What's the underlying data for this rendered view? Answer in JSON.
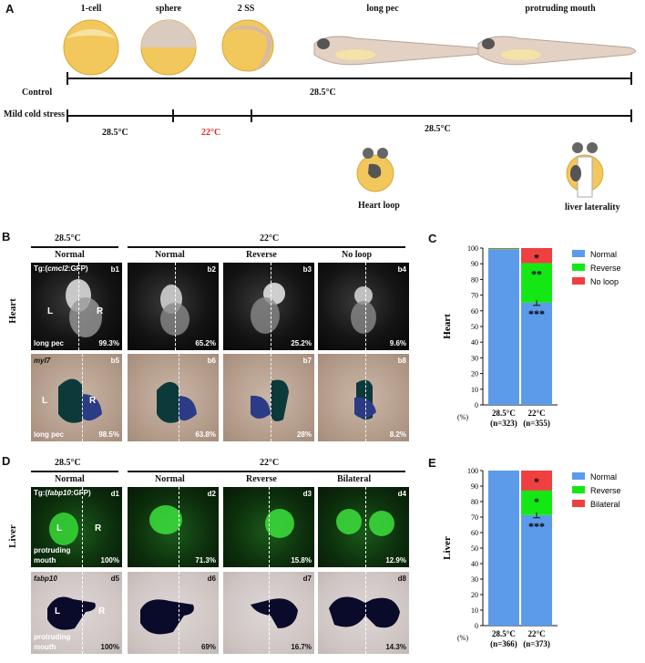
{
  "panelA": {
    "letter": "A",
    "stages": [
      "1-cell",
      "sphere",
      "2 SS",
      "long pec",
      "protruding mouth"
    ],
    "control_label": "Control",
    "control_temp": "28.5°C",
    "stress_label": "Mild cold stress",
    "stress_temps": [
      "28.5°C",
      "22°C",
      "28.5°C"
    ],
    "heart_loop_label": "Heart loop",
    "liver_label": "liver laterality",
    "cold_color": "#e52421"
  },
  "panelB": {
    "letter": "B",
    "temp_left": "28.5°C",
    "temp_right": "22°C",
    "columns": [
      "Normal",
      "Normal",
      "Reverse",
      "No loop"
    ],
    "row_label": "Heart",
    "transgene_prefix": "Tg:(",
    "transgene_gene": "cmcl2",
    "transgene_suffix": ":GFP)",
    "probe": "myl7",
    "stage_label": "long pec",
    "ids_top": [
      "b1",
      "b2",
      "b3",
      "b4"
    ],
    "ids_bottom": [
      "b5",
      "b6",
      "b7",
      "b8"
    ],
    "pct_top": [
      "99.3%",
      "65.2%",
      "25.2%",
      "9.6%"
    ],
    "pct_bottom": [
      "98.5%",
      "63.8%",
      "28%",
      "8.2%"
    ],
    "L": "L",
    "R": "R"
  },
  "panelD": {
    "letter": "D",
    "temp_left": "28.5°C",
    "temp_right": "22°C",
    "columns": [
      "Normal",
      "Normal",
      "Reverse",
      "Bilateral"
    ],
    "row_label": "Liver",
    "transgene_prefix": "Tg:(",
    "transgene_gene": "fabp10",
    "transgene_suffix": ":GFP)",
    "probe": "fabp10",
    "stage_line1": "protruding",
    "stage_line2": "mouth",
    "ids_top": [
      "d1",
      "d2",
      "d3",
      "d4"
    ],
    "ids_bottom": [
      "d5",
      "d6",
      "d7",
      "d8"
    ],
    "pct_top": [
      "100%",
      "71.3%",
      "15.8%",
      "12.9%"
    ],
    "pct_bottom": [
      "100%",
      "69%",
      "16.7%",
      "14.3%"
    ],
    "L": "L",
    "R": "R"
  },
  "chart_data": [
    {
      "panel": "C",
      "type": "bar",
      "stacked": true,
      "ylabel": "Heart",
      "yunit": "(%)",
      "ylim": [
        0,
        100
      ],
      "yticks": [
        0,
        10,
        20,
        30,
        40,
        50,
        60,
        70,
        80,
        90,
        100
      ],
      "categories": [
        "28.5°C",
        "22°C"
      ],
      "category_n": [
        "(n=323)",
        "(n=355)"
      ],
      "series": [
        {
          "name": "Normal",
          "values": [
            99.3,
            65.2
          ],
          "color": "#5b9bea"
        },
        {
          "name": "Reverse",
          "values": [
            0.4,
            25.2
          ],
          "color": "#14e814"
        },
        {
          "name": "No loop",
          "values": [
            0.3,
            9.6
          ],
          "color": "#ee4040"
        }
      ],
      "annotations": [
        {
          "series": "Normal",
          "text": "***"
        },
        {
          "series": "Reverse",
          "text": "**"
        },
        {
          "series": "No loop",
          "text": "*"
        }
      ],
      "legend": "right"
    },
    {
      "panel": "E",
      "type": "bar",
      "stacked": true,
      "ylabel": "Liver",
      "yunit": "(%)",
      "ylim": [
        0,
        100
      ],
      "yticks": [
        0,
        10,
        20,
        30,
        40,
        50,
        60,
        70,
        80,
        90,
        100
      ],
      "categories": [
        "28.5°C",
        "22°C"
      ],
      "category_n": [
        "(n=366)",
        "(n=373)"
      ],
      "series": [
        {
          "name": "Normal",
          "values": [
            100,
            71.3
          ],
          "color": "#5b9bea"
        },
        {
          "name": "Reverse",
          "values": [
            0,
            15.8
          ],
          "color": "#14e814"
        },
        {
          "name": "Bilateral",
          "values": [
            0,
            12.9
          ],
          "color": "#ee4040"
        }
      ],
      "annotations": [
        {
          "series": "Normal",
          "text": "***"
        },
        {
          "series": "Reverse",
          "text": "*"
        },
        {
          "series": "Bilateral",
          "text": "*"
        }
      ],
      "legend": "right"
    }
  ]
}
